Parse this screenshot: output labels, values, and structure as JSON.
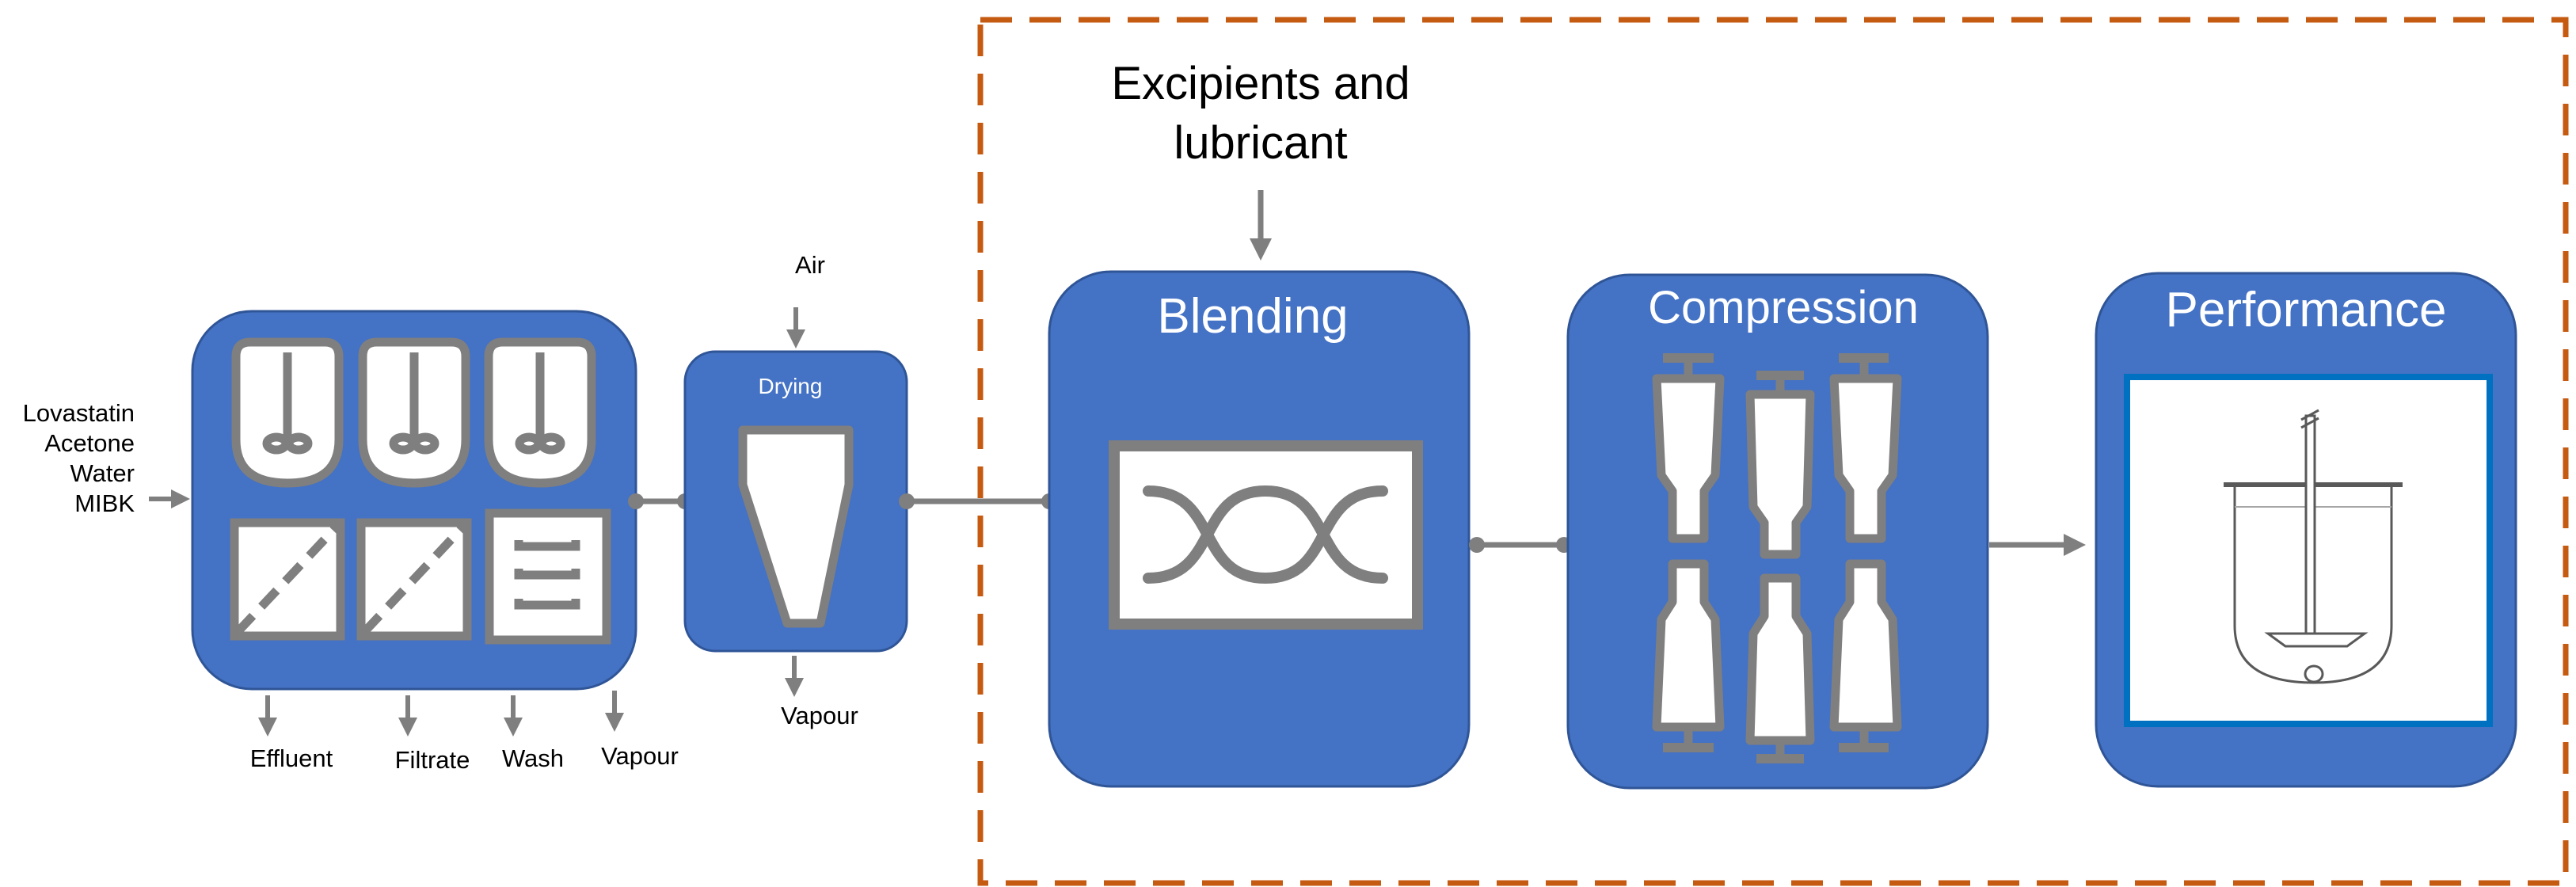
{
  "colors": {
    "unit_fill": "#4472C4",
    "unit_stroke": "#2F5597",
    "line_gray": "#7F7F7F",
    "dash_orange": "#C55A11",
    "text_black": "#000000",
    "text_white": "#FFFFFF"
  },
  "inputs": {
    "lines": [
      "Lovastatin",
      "Acetone",
      "Water",
      "MIBK"
    ],
    "air": "Air",
    "excipients": [
      "Excipients and",
      "lubricant"
    ]
  },
  "outputs": {
    "effluent": "Effluent",
    "filtrate": "Filtrate",
    "wash": "Wash",
    "vapour_crystallization": "Vapour",
    "vapour_drying": "Vapour"
  },
  "units": {
    "drying": "Drying",
    "blending": "Blending",
    "compression": "Compression",
    "performance": "Performance"
  },
  "icons": {
    "crystallization_train": "stirred-tank-filter-wash-icons",
    "drying": "cyclone-dryer-icon",
    "blending": "blender-icon",
    "compression": "tablet-press-icon",
    "performance": "dissolution-vessel-icon"
  }
}
